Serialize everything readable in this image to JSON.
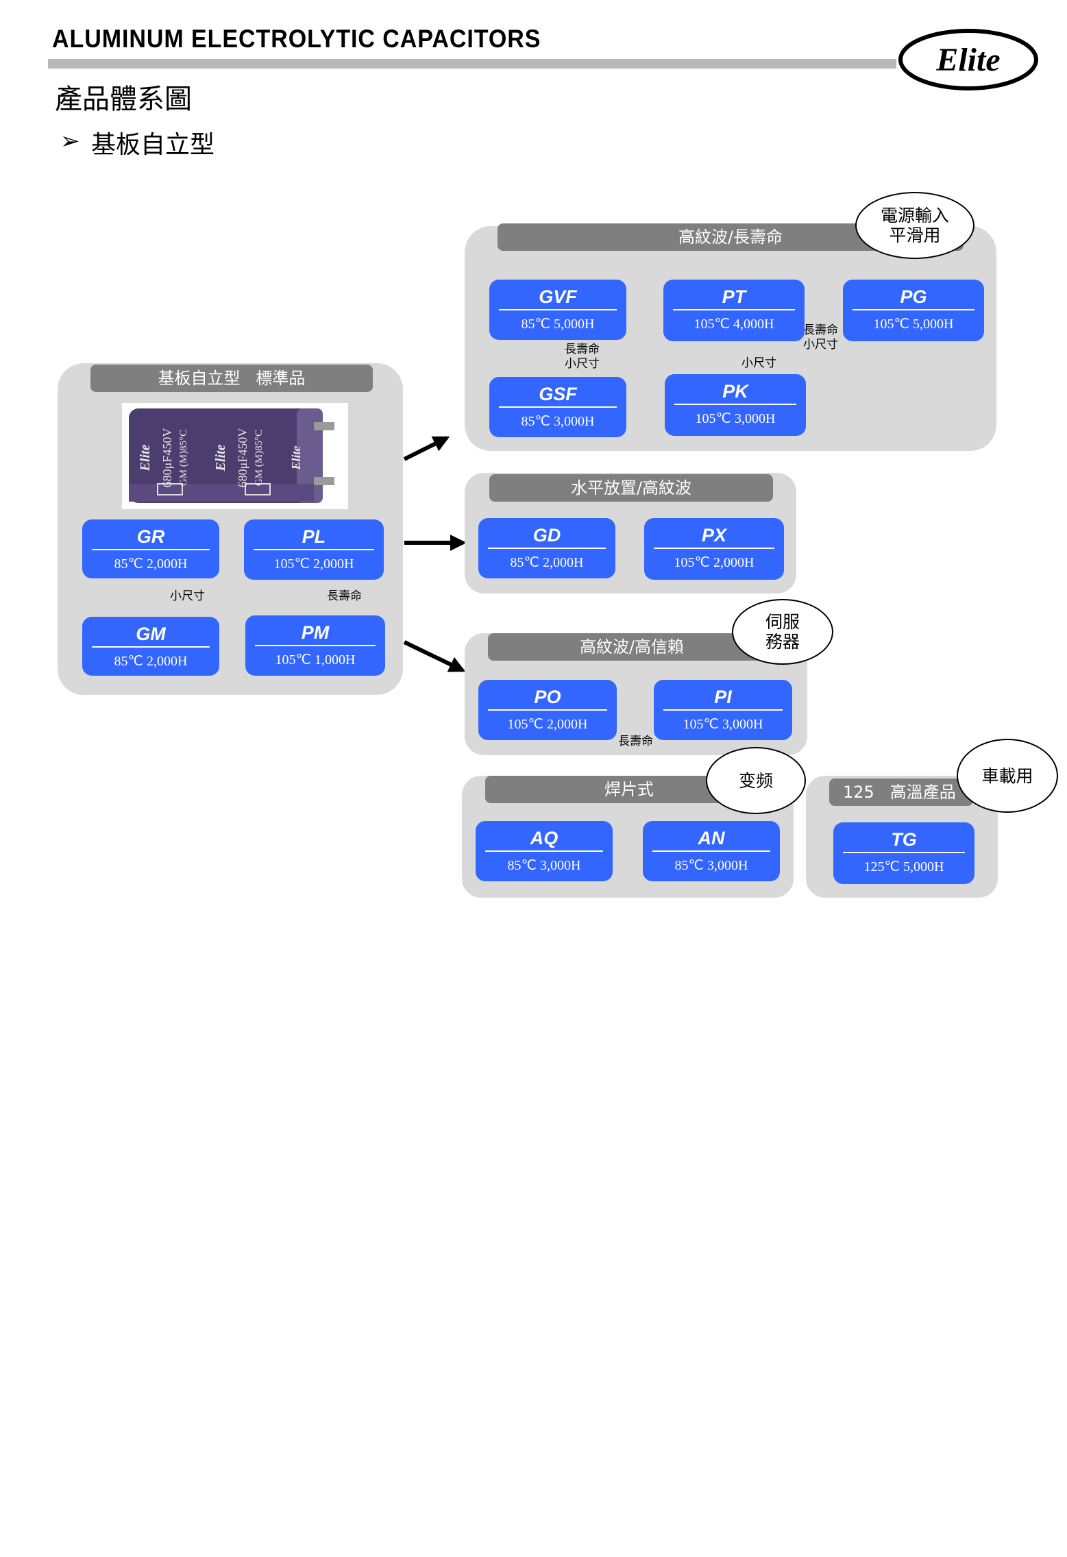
{
  "header": {
    "title": "ALUMINUM ELECTROLYTIC CAPACITORS",
    "logo_text": "Elite"
  },
  "section_title": "產品體系圖",
  "subsection": {
    "bullet": "➢",
    "title": "基板自立型"
  },
  "capacitor_photo": {
    "brand": "Elite",
    "rating": "680μF450V",
    "series_marking": "GM (M)85°C"
  },
  "panels": {
    "standard": {
      "title": "基板自立型   標準品"
    },
    "high_ripple_long_life": {
      "title": "高紋波/長壽命"
    },
    "horizontal": {
      "title": "水平放置/高紋波"
    },
    "high_ripple_reliability": {
      "title": "高紋波/高信賴"
    },
    "solder_tab": {
      "title": "焊片式"
    },
    "high_temp": {
      "title": "125   高溫產品"
    }
  },
  "products": {
    "GR": {
      "code": "GR",
      "spec": "85℃  2,000H"
    },
    "PL": {
      "code": "PL",
      "spec": "105℃  2,000H"
    },
    "GM": {
      "code": "GM",
      "spec": "85℃  2,000H"
    },
    "PM": {
      "code": "PM",
      "spec": "105℃  1,000H"
    },
    "GVF": {
      "code": "GVF",
      "spec": "85℃  5,000H"
    },
    "GSF": {
      "code": "GSF",
      "spec": "85℃  3,000H"
    },
    "PT": {
      "code": "PT",
      "spec": "105℃  4,000H"
    },
    "PK": {
      "code": "PK",
      "spec": "105℃  3,000H"
    },
    "PG": {
      "code": "PG",
      "spec": "105℃  5,000H"
    },
    "GD": {
      "code": "GD",
      "spec": "85℃  2,000H"
    },
    "PX": {
      "code": "PX",
      "spec": "105℃  2,000H"
    },
    "PO": {
      "code": "PO",
      "spec": "105℃  2,000H"
    },
    "PI": {
      "code": "PI",
      "spec": "105℃  3,000H"
    },
    "AQ": {
      "code": "AQ",
      "spec": "85℃  3,000H"
    },
    "AN": {
      "code": "AN",
      "spec": "85℃  3,000H"
    },
    "TG": {
      "code": "TG",
      "spec": "125℃  5,000H"
    }
  },
  "notes": {
    "gm_to_gr": "小尺寸",
    "pm_to_pl": "長壽命",
    "gsf_to_gvf": "長壽命\n小尺寸",
    "pk_to_pt": "小尺寸",
    "pt_to_pg": "長壽命\n小尺寸",
    "po_to_pi": "長壽命"
  },
  "bubbles": {
    "power_input": "電源輸入\n平滑用",
    "server": "伺服\n務器",
    "inverter": "变频",
    "automotive": "車載用"
  }
}
